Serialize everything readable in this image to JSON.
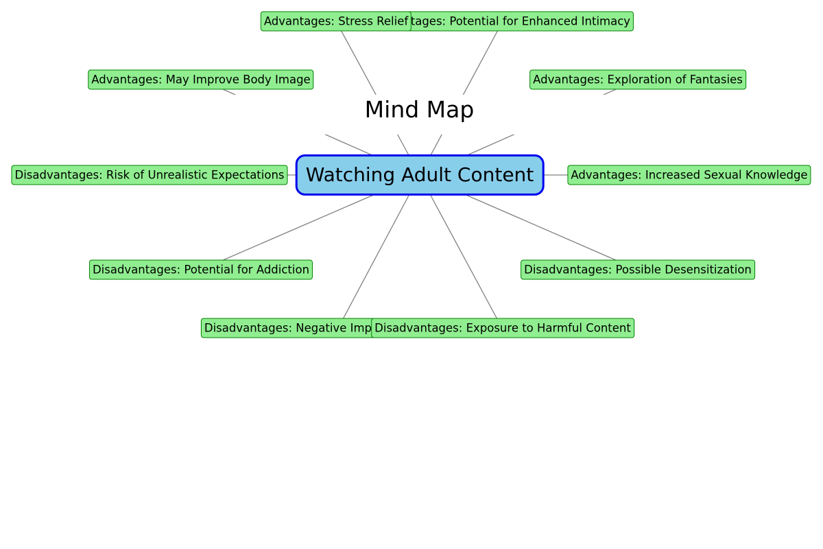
{
  "title": "Mind Map",
  "center": {
    "label": "Watching Adult Content"
  },
  "nodes": [
    {
      "id": "increased-sexual-knowledge",
      "label": "Advantages: Increased Sexual Knowledge"
    },
    {
      "id": "exploration-of-fantasies",
      "label": "Advantages: Exploration of Fantasies"
    },
    {
      "id": "potential-for-enhanced-intimacy",
      "label": "Advantages: Potential for Enhanced Intimacy"
    },
    {
      "id": "stress-relief",
      "label": "Advantages: Stress Relief"
    },
    {
      "id": "may-improve-body-image",
      "label": "Advantages: May Improve Body Image"
    },
    {
      "id": "risk-of-unrealistic-expectations",
      "label": "Disadvantages: Risk of Unrealistic Expectations"
    },
    {
      "id": "potential-for-addiction",
      "label": "Disadvantages: Potential for Addiction"
    },
    {
      "id": "negative-impact",
      "label": "Disadvantages: Negative Impa"
    },
    {
      "id": "exposure-to-harmful-content",
      "label": "Disadvantages: Exposure to Harmful Content"
    },
    {
      "id": "possible-desensitization",
      "label": "Disadvantages: Possible Desensitization"
    }
  ],
  "colors": {
    "node_fill": "#90ee90",
    "node_border": "#008000",
    "center_fill": "#87ceeb",
    "center_border": "#0000ee",
    "edge": "#808080"
  }
}
